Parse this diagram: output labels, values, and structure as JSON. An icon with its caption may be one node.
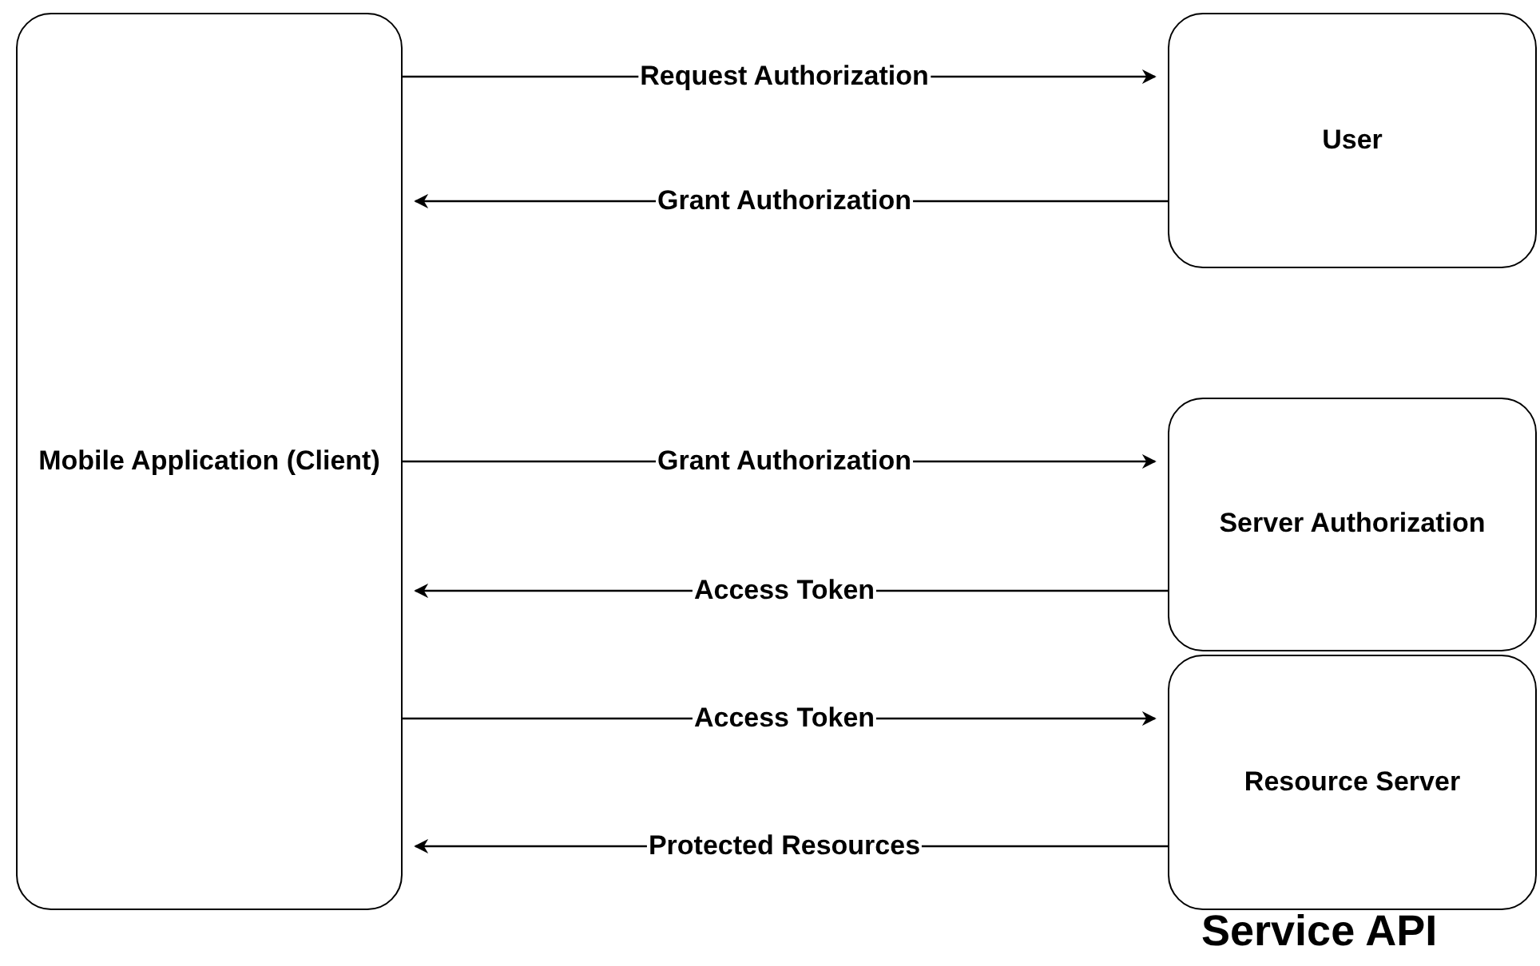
{
  "diagram": {
    "nodes": [
      {
        "text": [
          "Mobile Application (Client)"
        ]
      },
      {
        "text": [
          "User"
        ]
      },
      {
        "text": [
          "Server Authorization"
        ]
      },
      {
        "text": [
          "Resource Server"
        ]
      }
    ],
    "edges": [
      {
        "from": 0,
        "to": 1,
        "arrow": "to",
        "label": "Request Authorization"
      },
      {
        "from": 1,
        "to": 0,
        "arrow": "to",
        "label": "Grant Authorization"
      },
      {
        "from": 0,
        "to": 2,
        "arrow": "to",
        "label": "Grant Authorization"
      },
      {
        "from": 2,
        "to": 0,
        "arrow": "to",
        "label": "Access Token"
      },
      {
        "from": 0,
        "to": 3,
        "arrow": "to",
        "label": "Access Token"
      },
      {
        "from": 3,
        "to": 0,
        "arrow": "to",
        "label": "Protected Resources"
      }
    ],
    "labels": [
      "Service API"
    ]
  }
}
